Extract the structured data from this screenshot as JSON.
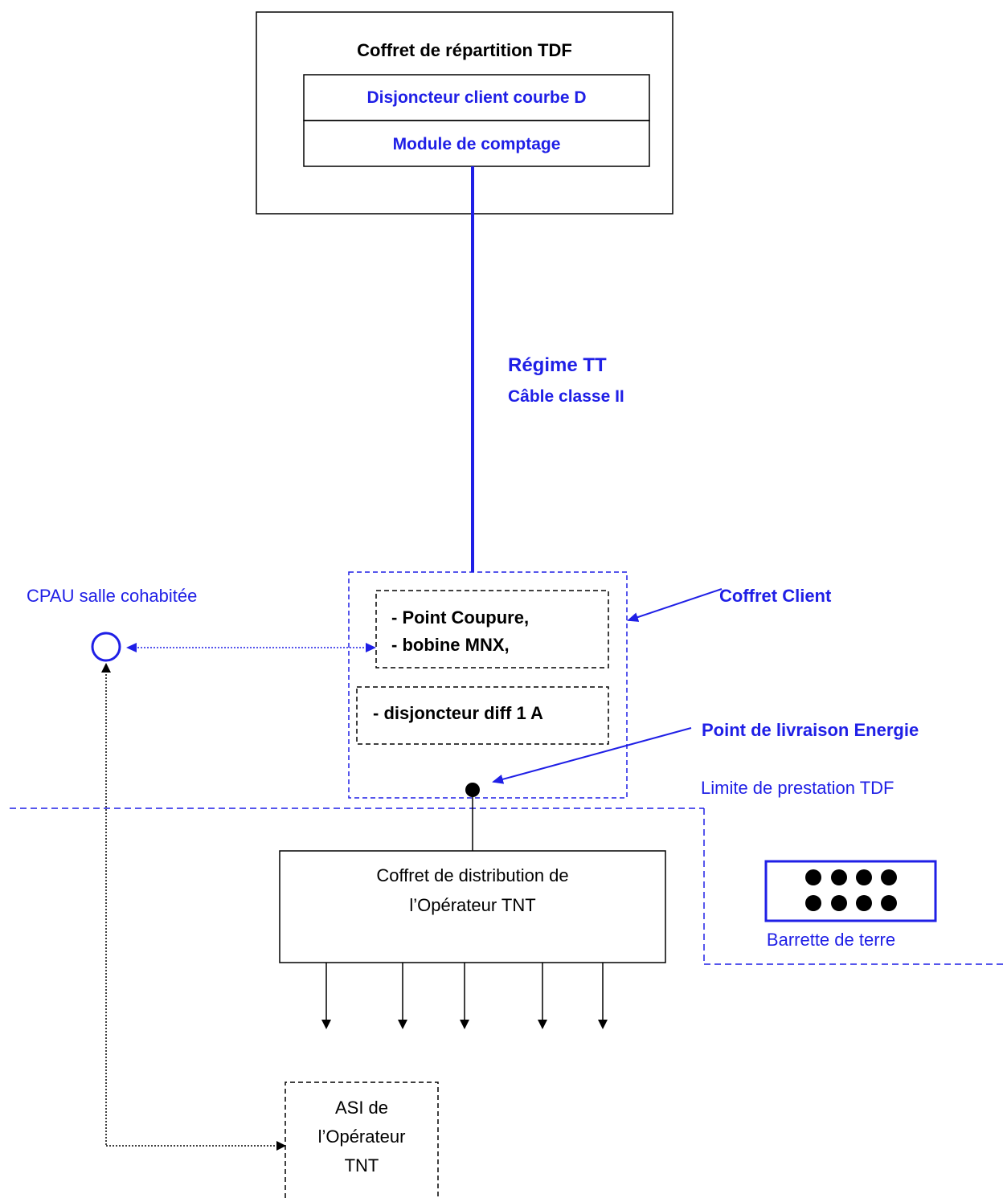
{
  "colors": {
    "blue": "#1f1fe6",
    "black": "#000000"
  },
  "tdf_box": {
    "title": "Coffret de répartition TDF",
    "row1": "Disjoncteur client courbe D",
    "row2": "Module de comptage"
  },
  "cable": {
    "line1": "Régime TT",
    "line2": "Câble classe II"
  },
  "cpau": {
    "label": "CPAU salle cohabitée"
  },
  "client_box": {
    "label": "Coffret Client",
    "item1": "- Point Coupure,",
    "item2": "- bobine MNX,",
    "item3": "- disjoncteur diff 1 A"
  },
  "delivery_point": {
    "label": "Point de livraison Energie"
  },
  "limit": {
    "label": "Limite de prestation TDF"
  },
  "distribution_box": {
    "line1": "Coffret de distribution de",
    "line2": "l’Opérateur TNT"
  },
  "earth_bar": {
    "label": "Barrette de terre"
  },
  "asi_box": {
    "line1": "ASI de",
    "line2": "l’Opérateur",
    "line3": "TNT"
  }
}
